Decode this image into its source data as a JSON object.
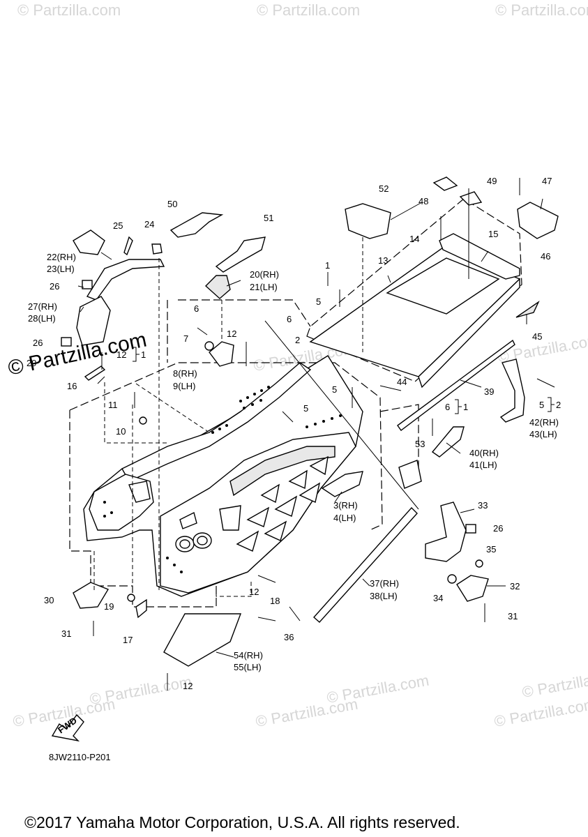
{
  "watermarks": [
    "© Partzilla.com",
    "© Partzilla.com",
    "© Partzilla.com",
    "© Partzilla.com",
    "© Partzilla.com",
    "© Partzilla.com",
    "© Partzilla.com",
    "© Partzilla.com",
    "© Partzilla.com",
    "© Partzilla.com",
    "© Partzilla.com"
  ],
  "watermark_main": "© Partzilla.com",
  "callouts": {
    "c1a": "1",
    "c1b": "1",
    "c1c": "1",
    "c2a": "2",
    "c2b": "2",
    "c3": "3(RH)",
    "c4": "4(LH)",
    "c5a": "5",
    "c5b": "5",
    "c5c": "5",
    "c5d": "5",
    "c6a": "6",
    "c6b": "6",
    "c6c": "6",
    "c7": "7",
    "c8": "8(RH)",
    "c9": "9(LH)",
    "c10": "10",
    "c11": "11",
    "c12a": "12",
    "c12b": "12",
    "c12c": "12",
    "c12d": "12",
    "c13": "13",
    "c14": "14",
    "c15": "15",
    "c16": "16",
    "c17": "17",
    "c18": "18",
    "c19": "19",
    "c20": "20(RH)",
    "c21": "21(LH)",
    "c22": "22(RH)",
    "c23": "23(LH)",
    "c24": "24",
    "c25": "25",
    "c26a": "26",
    "c26b": "26",
    "c26c": "26",
    "c27": "27(RH)",
    "c28": "28(LH)",
    "c29": "29",
    "c30": "30",
    "c31a": "31",
    "c31b": "31",
    "c32": "32",
    "c33": "33",
    "c34": "34",
    "c35": "35",
    "c36": "36",
    "c37": "37(RH)",
    "c38": "38(LH)",
    "c39": "39",
    "c40": "40(RH)",
    "c41": "41(LH)",
    "c42": "42(RH)",
    "c43": "43(LH)",
    "c44": "44",
    "c45": "45",
    "c46": "46",
    "c47": "47",
    "c48": "48",
    "c49": "49",
    "c50": "50",
    "c51": "51",
    "c52": "52",
    "c53": "53",
    "c54": "54(RH)",
    "c55": "55(LH)"
  },
  "fwd_label": "FWD",
  "diagram_code": "8JW2110-P201",
  "copyright": "©2017 Yamaha Motor Corporation, U.S.A. All rights reserved."
}
